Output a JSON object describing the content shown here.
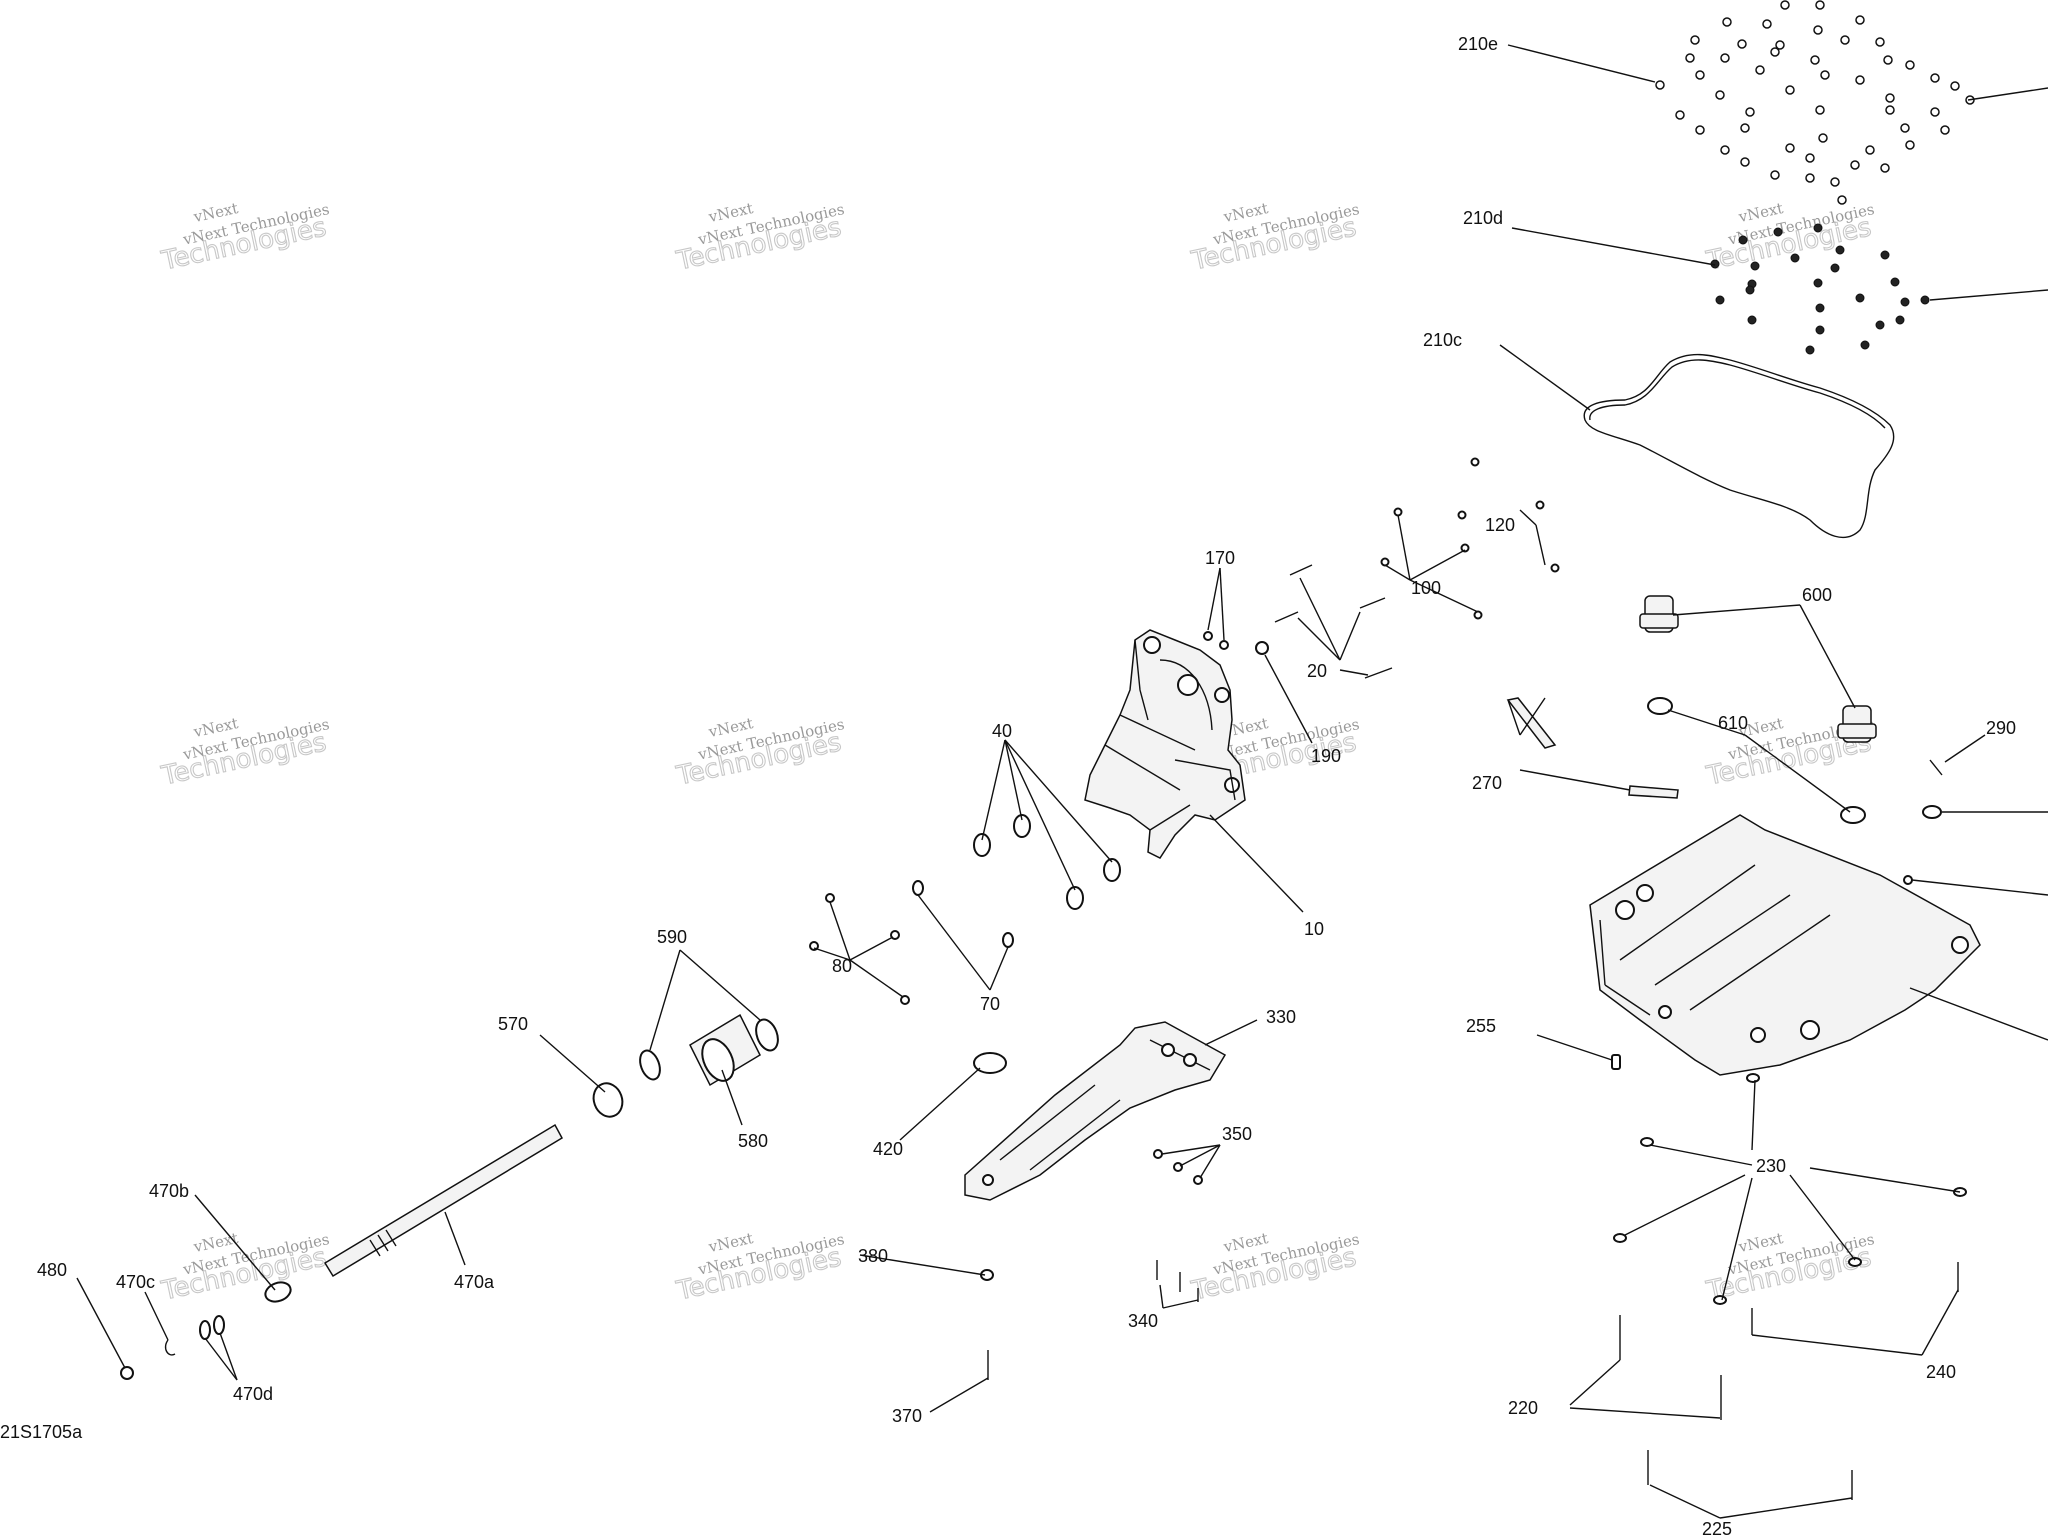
{
  "diagram": {
    "ref_code": "21S1705a",
    "watermark": {
      "line1": "vNext",
      "line2": "Technologies",
      "line3": "vNext Technologies"
    },
    "callouts": {
      "c210e": "210e",
      "c210d": "210d",
      "c210c": "210c",
      "c170": "170",
      "c120": "120",
      "c100": "100",
      "c600": "600",
      "c20": "20",
      "c190": "190",
      "c610": "610",
      "c290": "290",
      "c40": "40",
      "c270": "270",
      "c10": "10",
      "c590": "590",
      "c80": "80",
      "c70": "70",
      "c570": "570",
      "c330": "330",
      "c255": "255",
      "c580": "580",
      "c420": "420",
      "c350": "350",
      "c230": "230",
      "c470b": "470b",
      "c470a": "470a",
      "c380": "380",
      "c480": "480",
      "c470c": "470c",
      "c340": "340",
      "c240": "240",
      "c470d": "470d",
      "c370": "370",
      "c220": "220",
      "c225": "225"
    }
  }
}
